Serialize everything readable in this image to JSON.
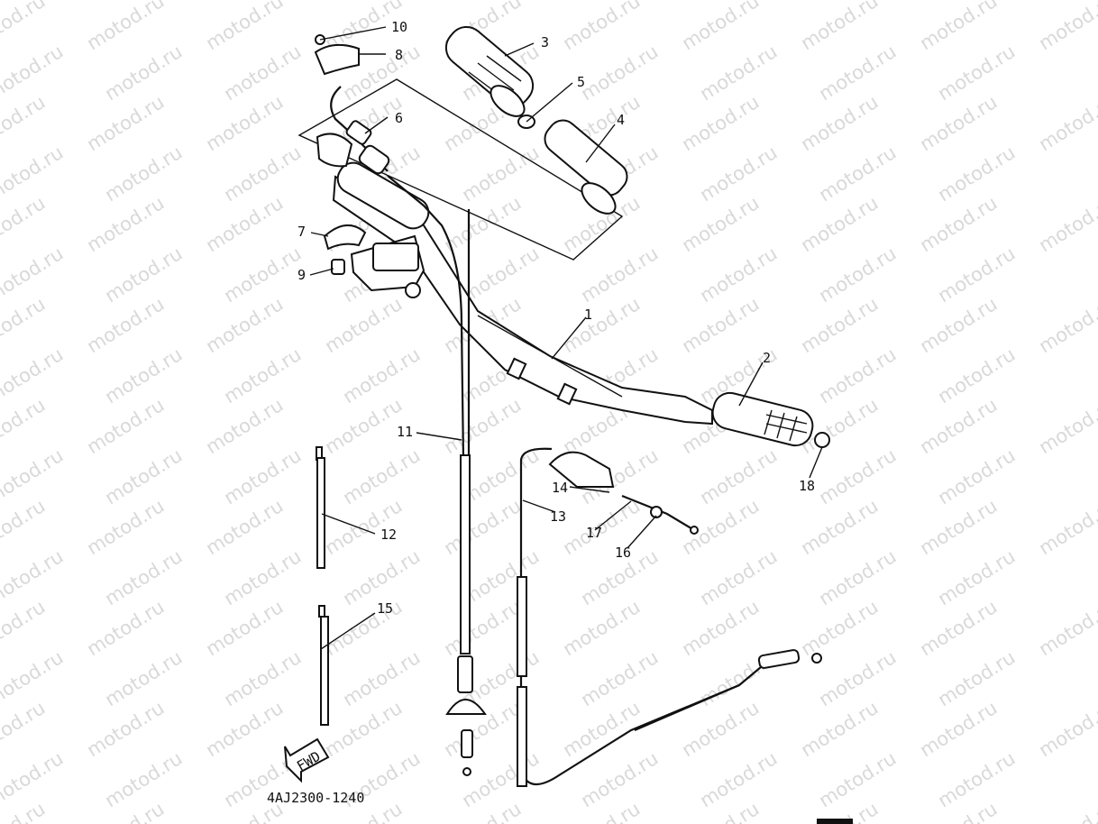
{
  "watermark": {
    "text": "motod.ru"
  },
  "callouts": {
    "c1": "1",
    "c2": "2",
    "c3": "3",
    "c4": "4",
    "c5": "5",
    "c6": "6",
    "c7": "7",
    "c8": "8",
    "c9": "9",
    "c10": "10",
    "c11": "11",
    "c12": "12",
    "c13": "13",
    "c14": "14",
    "c15": "15",
    "c16": "16",
    "c17": "17",
    "c18": "18"
  },
  "fwd_marker": "FWD",
  "drawing_code": "4AJ2300-1240"
}
